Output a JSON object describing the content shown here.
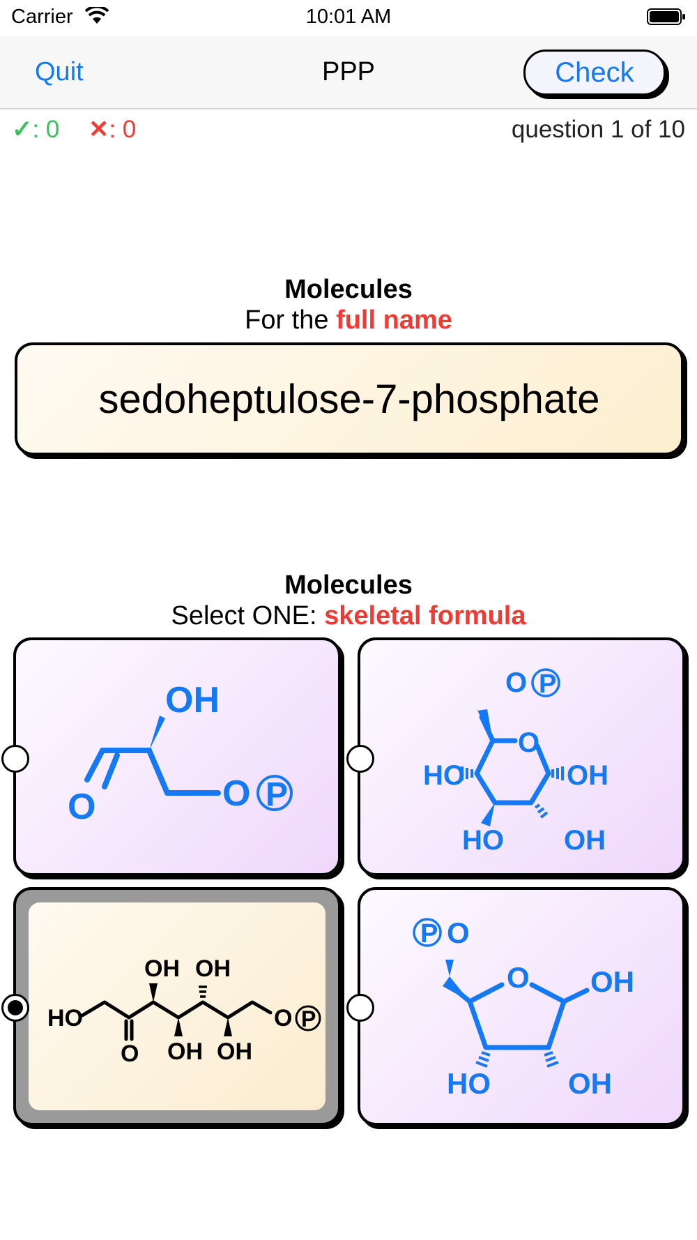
{
  "status_bar": {
    "carrier": "Carrier",
    "time": "10:01 AM"
  },
  "nav": {
    "quit_label": "Quit",
    "title": "PPP",
    "check_label": "Check"
  },
  "score": {
    "correct_symbol": "✓",
    "correct_count": ": 0",
    "wrong_symbol": "✕",
    "wrong_count": ": 0",
    "progress_text": "question 1 of 10"
  },
  "prompt": {
    "title": "Molecules",
    "sub_prefix": "For the ",
    "sub_emphasis": "full name",
    "name": "sedoheptulose-7-phosphate"
  },
  "answers": {
    "title": "Molecules",
    "sub_prefix": "Select ONE: ",
    "sub_emphasis": "skeletal formula",
    "options": [
      {
        "labels": [
          "OH",
          "O",
          "O",
          "P"
        ],
        "selected": false
      },
      {
        "labels": [
          "O",
          "P",
          "O",
          "HO",
          "OH",
          "HO",
          "OH"
        ],
        "selected": false
      },
      {
        "labels": [
          "OH",
          "OH",
          "HO",
          "O",
          "OH",
          "OH",
          "O",
          "P"
        ],
        "selected": true
      },
      {
        "labels": [
          "P",
          "O",
          "O",
          "OH",
          "HO",
          "OH"
        ],
        "selected": false
      }
    ]
  },
  "colors": {
    "accent": "#1479f2",
    "correct": "#35c25a",
    "wrong": "#f23a34"
  }
}
